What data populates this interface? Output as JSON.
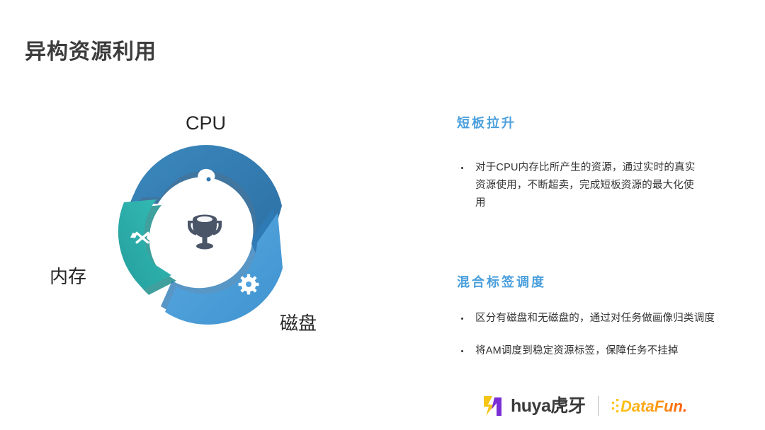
{
  "slide": {
    "title": "异构资源利用",
    "background_color": "#ffffff",
    "title_color": "#3c3c3c"
  },
  "diagram": {
    "name": "resource-cycle-diagram",
    "center_icon": "trophy-icon",
    "center_icon_color": "#4a5568",
    "segments": [
      {
        "id": "cpu",
        "label": "CPU",
        "color": "#3079b3",
        "shadow_color": "#1e5e8e",
        "icon": "chip-icon",
        "icon_color": "#ffffff",
        "label_color": "#262626"
      },
      {
        "id": "memory",
        "label": "内存",
        "color": "#2bb5b2",
        "shadow_color": "#1d8f8c",
        "icon": "tools-icon",
        "icon_color": "#ffffff",
        "label_color": "#262626"
      },
      {
        "id": "disk",
        "label": "磁盘",
        "color": "#51a2de",
        "shadow_color": "#2e7cb8",
        "icon": "gear-icon",
        "icon_color": "#ffffff",
        "label_color": "#262626"
      }
    ]
  },
  "content": {
    "accent_color": "#4a9fdc",
    "body_color": "#333333",
    "sections": [
      {
        "heading": "短板拉升",
        "bullets": [
          "对于CPU内存比所产生的资源，通过实时的真实资源使用，不断超卖，完成短板资源的最大化使用"
        ]
      },
      {
        "heading": "混合标签调度",
        "bullets": [
          "区分有磁盘和无磁盘的，通过对任务做画像归类调度",
          "将AM调度到稳定资源标签，保障任务不挂掉"
        ]
      }
    ]
  },
  "footer": {
    "huya": {
      "text": "huya虎牙",
      "mark_color_yellow": "#f5c518",
      "mark_color_purple": "#7a2fd4",
      "text_color": "#3a3a3a"
    },
    "datafun": {
      "text": "DataFun.",
      "color_start": "#fcc419",
      "color_end": "#fb5607"
    }
  }
}
